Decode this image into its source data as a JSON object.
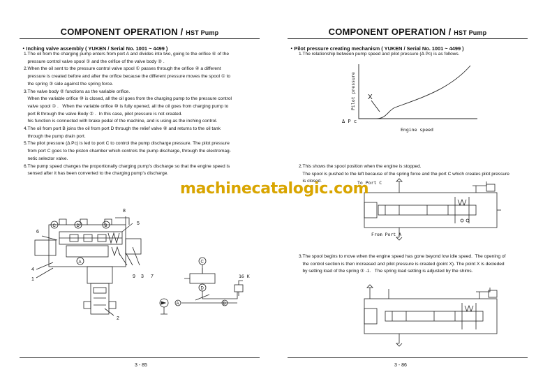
{
  "left": {
    "title_main": "COMPONENT OPERATION",
    "title_sep": "/",
    "title_sub": "HST Pump",
    "section_title": "・Inching valve assembly ( YUKEN / Serial No. 1001 ~ 4499 )",
    "lines": [
      "1.The oil from the charging pump enters from port A and divides into two, going to the orifice ④ of the",
      "   pressure control valve spool ① and the orifice of the valve body ② .",
      "2.When the oil sent to the pressure control valve spool ① passes through the orifice ④ a different",
      "   pressure is created before and after the orifice because the different pressure moves the spool ① to",
      "   the spring ③ side against the spring force.",
      "3.The valve body ② functions as the variable orifice.",
      "   When the variable orifice ⑩ is closed, all the oil goes from the charging pump to the pressure control",
      "   valve spool ① .   When the variable orifice ⑩ is fully opened, all the oil goes from charging pump to",
      "   port B through the valve Body ② .  In this case, pilot pressure is not created.",
      "   his function is connected with brake pedal of the machine, and is using as the inching control.",
      "4.The oil from port B joins the oil from port D through the relief valve ⑧ and returns to the oil tank",
      "   through the pump drain port.",
      "5.The pilot pressure (Δ Pc) is led to port C to control the pump discharge pressure. The pilot pressure",
      "   from port C goes to the piston chamber which controls the pump discharge, through the electromag-",
      "   netic selector valve.",
      "6.The pump speed changes the proportionally charging pump's discharge so that the engine speed is",
      "   sensed after it has been converted to the charging pump's discharge."
    ],
    "diagram_labels": {
      "n8": "8",
      "n5": "5",
      "n6": "6",
      "n4": "4",
      "n1": "1",
      "n9": "9",
      "n3": "3",
      "n7": "7",
      "n2": "2",
      "portC": "C",
      "portD": "D",
      "portB": "B",
      "portA": "A",
      "relief": "16 K"
    },
    "page_number": "3 - 85"
  },
  "right": {
    "title_main": "COMPONENT OPERATION",
    "title_sep": "/",
    "title_sub": "HST Pump",
    "section_title": "・Pilot pressure creating mechanism ( YUKEN / Serial No. 1001 ~ 4499 )",
    "intro": "1.The relationship between pump speed and pilot pressure (Δ Pc) is as follows.",
    "graph": {
      "ylabel": "Pilot pressure",
      "xlabel": "Engine speed",
      "point_label": "X",
      "y_marker": "Δ P c"
    },
    "para2": [
      "2.This shows the spool position when the engine is stopped.",
      "   The spool is pushed to the left because of the spring force and the port C which creates pilot pressure",
      "   is closed."
    ],
    "fig2_labels": {
      "to_port_c": "To Port C",
      "from_port_a": "From Port A"
    },
    "para3": [
      "3.The spool begins to move when the engine speed has gone beyond low idle speed.  The opening of",
      "   the control section is then increased and pilot pressure is created (point X). The point X is decieded",
      "   by setting load of the spring ③ -1.   The spring load setting is adjusted by the shims."
    ],
    "page_number": "3 - 86"
  },
  "watermark": "machinecatalogic.com"
}
